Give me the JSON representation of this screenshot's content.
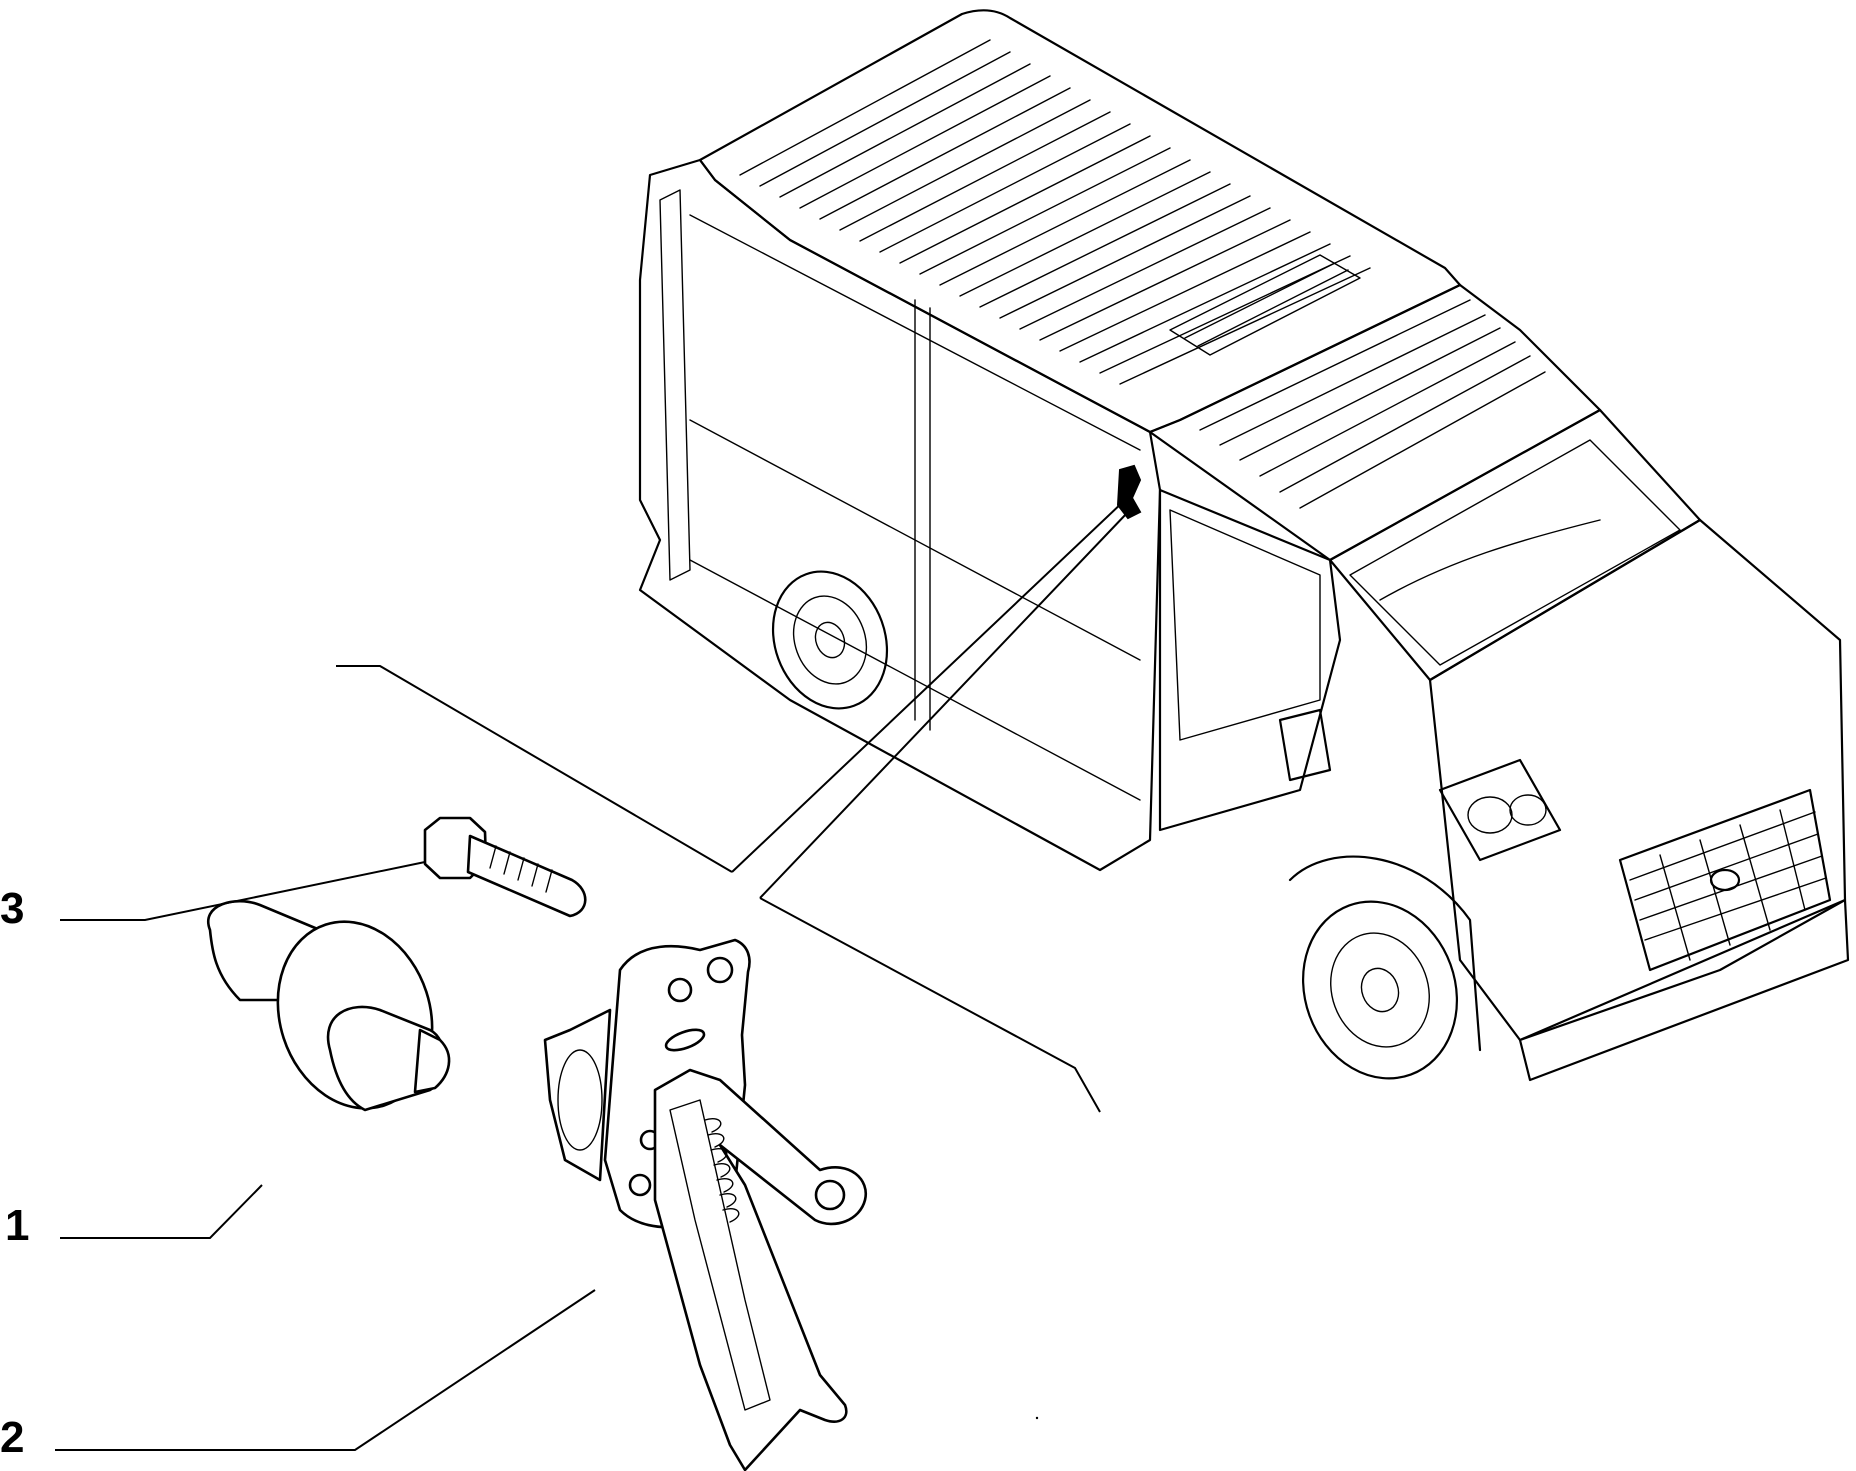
{
  "callouts": [
    {
      "id": "3",
      "label": "3"
    },
    {
      "id": "1",
      "label": "1"
    },
    {
      "id": "2",
      "label": "2"
    }
  ],
  "colors": {
    "line": "#000000",
    "background": "#ffffff"
  }
}
